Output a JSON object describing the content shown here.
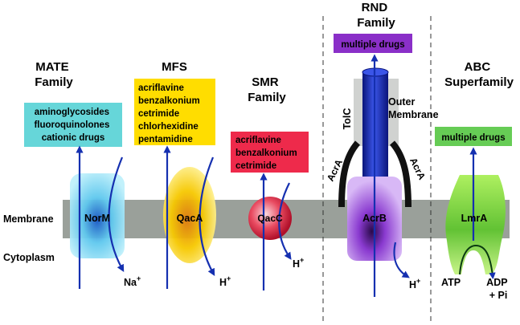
{
  "labels": {
    "membrane": "Membrane",
    "cytoplasm": "Cytoplasm"
  },
  "families": {
    "mate": {
      "title": [
        "MATE",
        "Family"
      ],
      "substrates": [
        "aminoglycosides",
        "fluoroquinolones",
        "cationic drugs"
      ],
      "protein": "NorM",
      "ion": "Na",
      "ion_charge": "+",
      "colors": {
        "box": "#66d6d9",
        "protein": "#7fd8ee"
      }
    },
    "mfs": {
      "title": [
        "MFS"
      ],
      "substrates": [
        "acriflavine",
        "benzalkonium",
        "cetrimide",
        "chlorhexidine",
        "pentamidine"
      ],
      "protein": "QacA",
      "ion": "H",
      "ion_charge": "+",
      "colors": {
        "box": "#ffdd00",
        "protein": "#f5d000"
      }
    },
    "smr": {
      "title": [
        "SMR",
        "Family"
      ],
      "substrates": [
        "acriflavine",
        "benzalkonium",
        "cetrimide"
      ],
      "protein": "QacC",
      "ion": "H",
      "ion_charge": "+",
      "colors": {
        "box": "#ee2a4b",
        "protein": "#e85a6a"
      }
    },
    "rnd": {
      "title": [
        "RND",
        "Family"
      ],
      "substrates": [
        "multiple drugs"
      ],
      "protein": "AcrB",
      "channel": "TolC",
      "adaptor": "AcrA",
      "outer_membrane": [
        "Outer",
        "Membrane"
      ],
      "ion": "H",
      "ion_charge": "+",
      "colors": {
        "box": "#8a2fc8",
        "protein": "#9a4fd4",
        "tolc": "#1a2bb8"
      }
    },
    "abc": {
      "title": [
        "ABC",
        "Superfamily"
      ],
      "substrates": [
        "multiple drugs"
      ],
      "protein": "LmrA",
      "atp": "ATP",
      "products": [
        "ADP",
        "+ Pi"
      ],
      "colors": {
        "box": "#66cc55",
        "protein": "#86d640"
      }
    }
  },
  "colors": {
    "membrane": "#9aa09a",
    "arrow": "#1530b0"
  }
}
